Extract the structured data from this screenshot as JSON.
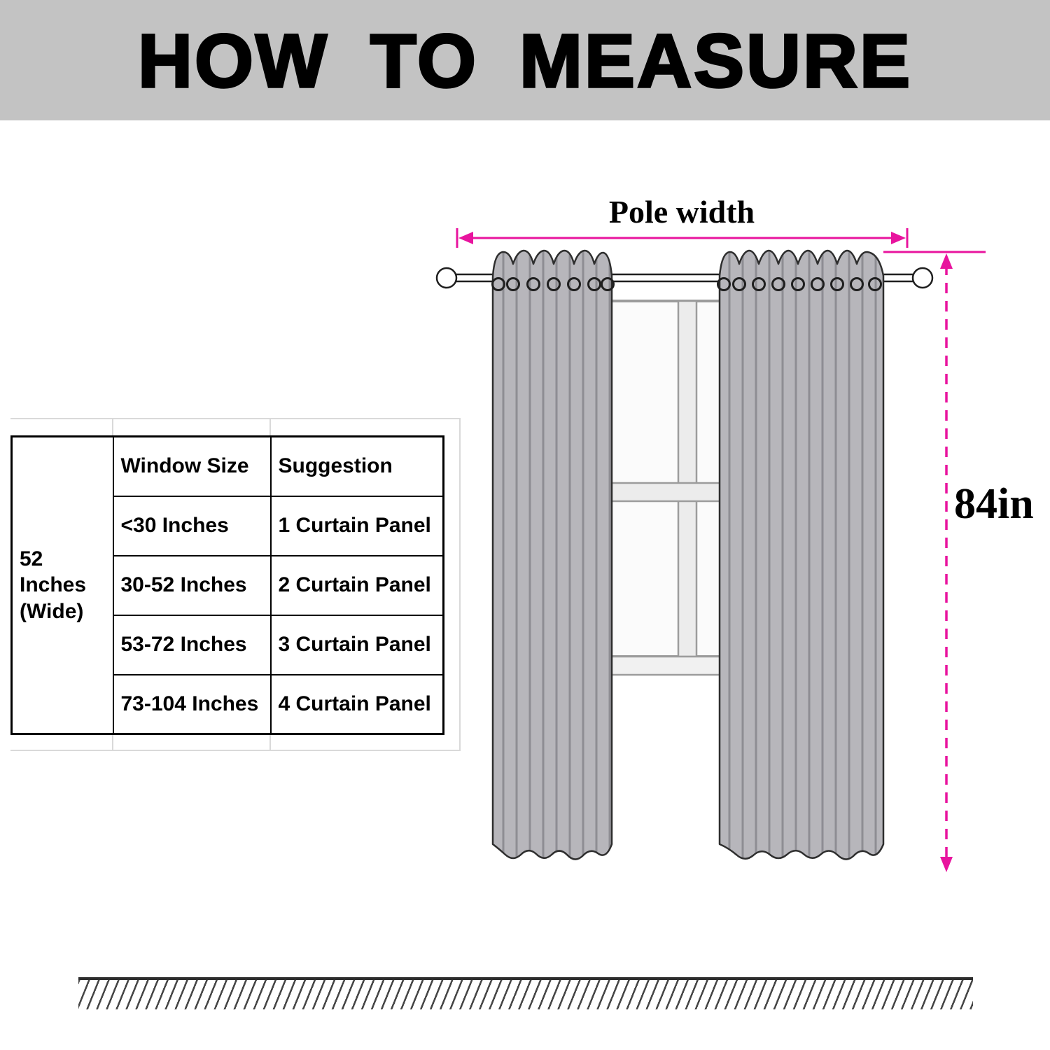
{
  "header": {
    "title": "HOW TO MEASURE"
  },
  "size_table": {
    "width_label": "52 Inches\n(Wide)",
    "columns": [
      "Window Size",
      "Suggestion"
    ],
    "rows": [
      {
        "window_size": "<30 Inches",
        "suggestion": "1 Curtain Panel"
      },
      {
        "window_size": "30-52 Inches",
        "suggestion": "2 Curtain Panel"
      },
      {
        "window_size": "53-72 Inches",
        "suggestion": "3 Curtain Panel"
      },
      {
        "window_size": "73-104 Inches",
        "suggestion": "4 Curtain Panel"
      }
    ]
  },
  "diagram": {
    "pole_width_label": "Pole width",
    "curtain_height_label": "84in"
  },
  "colors": {
    "accent_magenta": "#E8149E",
    "banner_gray": "#C3C3C3",
    "curtain_gray": "#B7B6BB",
    "fold_gray": "#8E8D93",
    "outline_black": "#1F1F1F"
  }
}
